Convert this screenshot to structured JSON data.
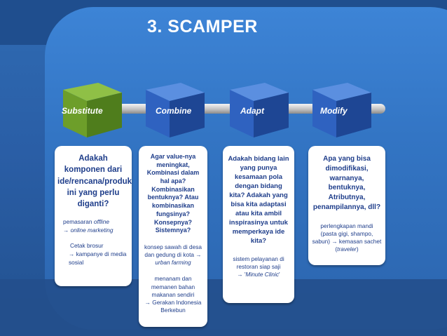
{
  "slide": {
    "title": "3. SCAMPER"
  },
  "steps": [
    {
      "label": "Substitute",
      "color": "#5a8a24",
      "heading": "Adakah komponen dari ide/rencana/produk/jasa ini yang perlu diganti?",
      "notes": [
        {
          "before": "pemasaran ",
          "em": "offline",
          "after": ""
        },
        {
          "before": "→ ",
          "em": "online marketing",
          "after": ""
        },
        {
          "before": "Cetak brosur",
          "em": "",
          "after": ""
        },
        {
          "before": "→ kampanye di media sosial",
          "em": "",
          "after": ""
        }
      ]
    },
    {
      "label": "Combine",
      "color": "#2f5fb0",
      "heading": "Agar value-nya meningkat, Kombinasi dalam hal apa? Kombinasikan bentuknya? Atau kombinasikan fungsinya? Konsepnya? Sistemnya?",
      "notes": [
        {
          "before": "konsep sawah di desa dan gedung di kota → ",
          "em": "urban farming",
          "after": ""
        },
        {
          "before": "menanam dan memanen bahan makanan sendiri",
          "em": "",
          "after": ""
        },
        {
          "before": "→ Gerakan Indonesia Berkebun",
          "em": "",
          "after": ""
        }
      ]
    },
    {
      "label": "Adapt",
      "color": "#2f5fb0",
      "heading": "Adakah bidang lain yang punya kesamaan pola dengan bidang kita? Adakah yang bisa kita adaptasi atau kita ambil inspirasinya untuk memperkaya ide kita?",
      "notes": [
        {
          "before": "sistem pelayanan di restoran siap saji",
          "em": "",
          "after": ""
        },
        {
          "before": "→ '",
          "em": "Minute Clinic",
          "after": "'"
        }
      ]
    },
    {
      "label": "Modify",
      "color": "#2f5fb0",
      "heading": "Apa yang bisa dimodifikasi, warnanya, bentuknya, Atributnya, penampilannya, dll?",
      "notes": [
        {
          "before": "perlengkapan mandi (pasta gigi, shampo, sabun) → kemasan sachet (",
          "em": "traveler",
          "after": ")"
        }
      ]
    }
  ]
}
